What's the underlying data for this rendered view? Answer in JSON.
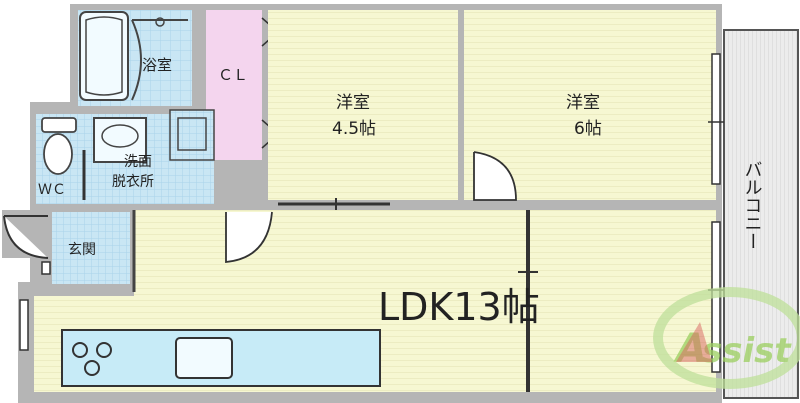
{
  "rooms": {
    "bath": "浴室",
    "closet": "ＣＬ",
    "room_a_name": "洋室",
    "room_a_size": "4.5帖",
    "room_b_name": "洋室",
    "room_b_size": "6帖",
    "wc": "ＷＣ",
    "washroom_line1": "洗面",
    "washroom_line2": "脱衣所",
    "entrance": "玄関",
    "ldk": "LDK13帖",
    "balcony": "バルコニー"
  },
  "watermark": "Assist",
  "colors": {
    "wall": "#b5b5b5",
    "yellow_room": "#f6f7d2",
    "grid_blue": "#c4e3f2",
    "closet_pink": "#f4d5ee",
    "kitchen_cyan": "#c7ebf7",
    "watermark_green": "#9bcf5f",
    "watermark_red": "#d0343b"
  }
}
